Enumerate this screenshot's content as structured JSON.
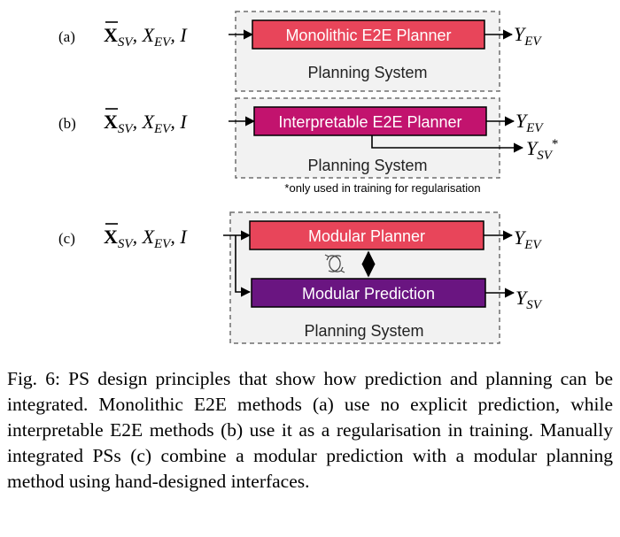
{
  "diagram": {
    "panel_labels": [
      "(a)",
      "(b)",
      "(c)"
    ],
    "input_label": {
      "xbar": "X",
      "xbar_sub": "SV",
      "sep1": ", ",
      "x": "X",
      "x_sub": "EV",
      "sep2": ", ",
      "i": "I"
    },
    "outputs": {
      "y_ev": "Y",
      "y_ev_sub": "EV",
      "y_sv": "Y",
      "y_sv_sub": "SV",
      "asterisk": "*"
    },
    "system_label": "Planning System",
    "planner_a": "Monolithic E2E Planner",
    "planner_b": "Interpretable E2E Planner",
    "planner_c": "Modular Planner",
    "prediction_c": "Modular Prediction",
    "footnote": "*only used in training for regularisation",
    "colors": {
      "monolithic": "#e8455a",
      "interpretable": "#c2136e",
      "modular_planner": "#e8455a",
      "modular_prediction": "#6a1581",
      "system_bg": "#f2f2f2",
      "system_border": "#6e6e6e"
    },
    "icons": [
      "cycle-arrows-icon",
      "bidirectional-arrow-icon"
    ]
  },
  "caption": "Fig. 6: PS design principles that show how prediction and planning can be integrated. Monolithic E2E methods (a) use no explicit prediction, while interpretable E2E methods (b) use it as a regularisation in training. Manually integrated PSs (c) combine a modular prediction with a modular planning method using hand-designed interfaces."
}
